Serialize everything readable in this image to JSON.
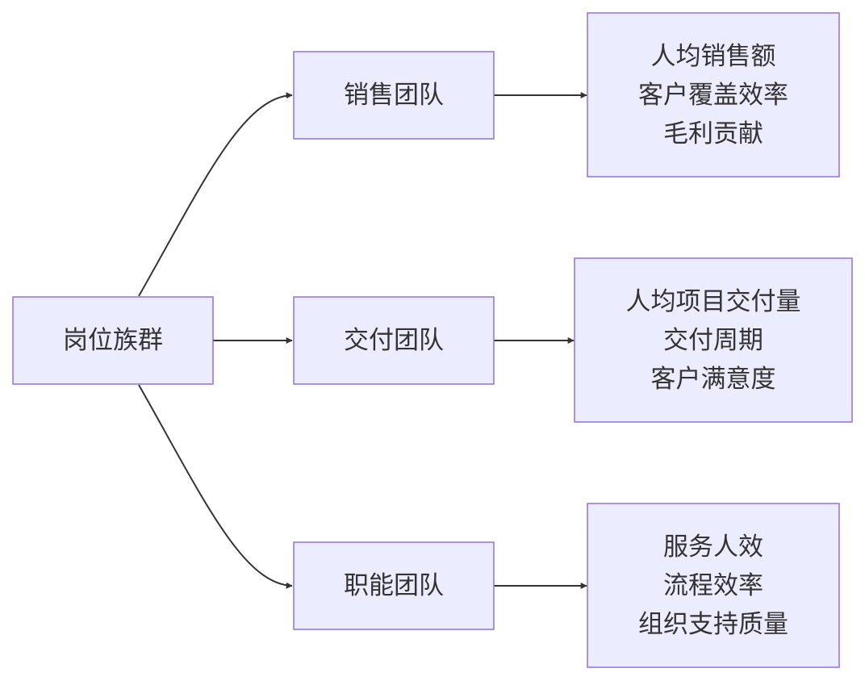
{
  "diagram": {
    "root": {
      "label": "岗位族群"
    },
    "teams": [
      {
        "label": "销售团队",
        "metrics": [
          "人均销售额",
          "客户覆盖效率",
          "毛利贡献"
        ]
      },
      {
        "label": "交付团队",
        "metrics": [
          "人均项目交付量",
          "交付周期",
          "客户满意度"
        ]
      },
      {
        "label": "职能团队",
        "metrics": [
          "服务人效",
          "流程效率",
          "组织支持质量"
        ]
      }
    ],
    "colors": {
      "node_fill": "#ECECFF",
      "node_stroke": "#9370DB",
      "edge": "#333333",
      "text": "#333333"
    }
  }
}
